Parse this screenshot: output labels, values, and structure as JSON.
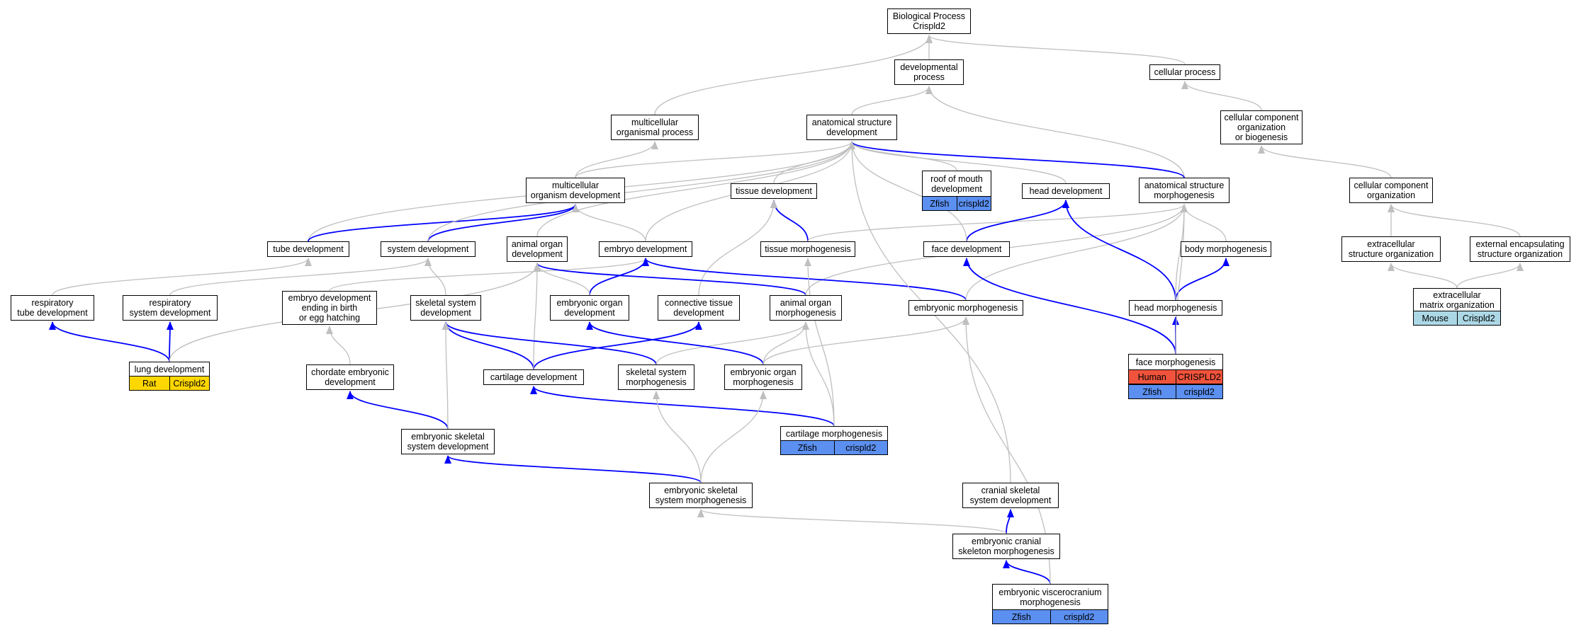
{
  "colors": {
    "gray_edge": "#bfbfbf",
    "blue_edge": "#0000ff",
    "zfish": "#5b8ff0",
    "human": "#f0533c",
    "rat": "#ffd700",
    "mouse": "#acd8e6"
  },
  "nodes": {
    "bp": "Biological Process\nCrispld2",
    "devproc": "developmental\nprocess",
    "cellproc": "cellular process",
    "multiproc": "multicellular\norganismal process",
    "asdev": "anatomical structure\ndevelopment",
    "ccob": "cellular component\norganization\nor biogenesis",
    "multidev": "multicellular\norganism development",
    "tissdev": "tissue development",
    "roof": "roof of mouth\ndevelopment",
    "headdev": "head development",
    "asmorph": "anatomical structure\nmorphogenesis",
    "ccorg": "cellular component\norganization",
    "tubedev": "tube development",
    "sysdev": "system development",
    "animorgdev": "animal organ\ndevelopment",
    "embdev": "embryo development",
    "tissmorph": "tissue morphogenesis",
    "facedev": "face development",
    "bodymorph": "body morphogenesis",
    "extracell": "extracellular\nstructure organization",
    "extenc": "external encapsulating\nstructure organization",
    "resptube": "respiratory\ntube development",
    "respsys": "respiratory\nsystem development",
    "embbirth": "embryo development\nending in birth\nor egg hatching",
    "skelsys": "skeletal system\ndevelopment",
    "emborgdev": "embryonic organ\ndevelopment",
    "conntiss": "connective tissue\ndevelopment",
    "animorgmorph": "animal organ\nmorphogenesis",
    "embmorph": "embryonic morphogenesis",
    "headmorph": "head morphogenesis",
    "ecm": "extracellular\nmatrix organization",
    "lung": "lung development",
    "chordate": "chordate embryonic\ndevelopment",
    "cartdev": "cartilage development",
    "skelmorph": "skeletal system\nmorphogenesis",
    "emborgmorph": "embryonic organ\nmorphogenesis",
    "facemorph": "face morphogenesis",
    "cartmorph": "cartilage morphogenesis",
    "embskeldev": "embryonic skeletal\nsystem development",
    "cranskel": "cranial skeletal\nsystem development",
    "embskelmorph": "embryonic skeletal\nsystem morphogenesis",
    "embcran": "embryonic cranial\nskeleton morphogenesis",
    "visc": "embryonic viscerocranium\nmorphogenesis"
  },
  "annotations": {
    "roof": [
      {
        "species": "Zfish",
        "gene": "crispld2"
      }
    ],
    "ecm": [
      {
        "species": "Mouse",
        "gene": "Crispld2"
      }
    ],
    "lung": [
      {
        "species": "Rat",
        "gene": "Crispld2"
      }
    ],
    "facemorph": [
      {
        "species": "Human",
        "gene": "CRISPLD2"
      },
      {
        "species": "Zfish",
        "gene": "crispld2"
      }
    ],
    "cartmorph": [
      {
        "species": "Zfish",
        "gene": "crispld2"
      }
    ],
    "visc": [
      {
        "species": "Zfish",
        "gene": "crispld2"
      }
    ]
  },
  "edges": [
    {
      "from": "devproc",
      "to": "bp",
      "type": "is_a"
    },
    {
      "from": "cellproc",
      "to": "bp",
      "type": "is_a"
    },
    {
      "from": "multiproc",
      "to": "bp",
      "type": "is_a"
    },
    {
      "from": "asdev",
      "to": "devproc",
      "type": "is_a"
    },
    {
      "from": "ccob",
      "to": "cellproc",
      "type": "is_a"
    },
    {
      "from": "asmorph",
      "to": "devproc",
      "type": "is_a"
    },
    {
      "from": "multidev",
      "to": "multiproc",
      "type": "is_a"
    },
    {
      "from": "multidev",
      "to": "asdev",
      "type": "is_a"
    },
    {
      "from": "tissdev",
      "to": "asdev",
      "type": "is_a"
    },
    {
      "from": "roof",
      "to": "asdev",
      "type": "is_a"
    },
    {
      "from": "headdev",
      "to": "asdev",
      "type": "is_a"
    },
    {
      "from": "asmorph",
      "to": "asdev",
      "type": "part_of"
    },
    {
      "from": "ccorg",
      "to": "ccob",
      "type": "is_a"
    },
    {
      "from": "tubedev",
      "to": "asdev",
      "type": "is_a"
    },
    {
      "from": "tubedev",
      "to": "multidev",
      "type": "part_of"
    },
    {
      "from": "sysdev",
      "to": "multidev",
      "type": "part_of"
    },
    {
      "from": "sysdev",
      "to": "asdev",
      "type": "is_a"
    },
    {
      "from": "animorgdev",
      "to": "asdev",
      "type": "is_a"
    },
    {
      "from": "embdev",
      "to": "multidev",
      "type": "is_a"
    },
    {
      "from": "embdev",
      "to": "asdev",
      "type": "is_a"
    },
    {
      "from": "tissmorph",
      "to": "tissdev",
      "type": "part_of"
    },
    {
      "from": "tissmorph",
      "to": "asmorph",
      "type": "is_a"
    },
    {
      "from": "facedev",
      "to": "headdev",
      "type": "part_of"
    },
    {
      "from": "facedev",
      "to": "asdev",
      "type": "is_a"
    },
    {
      "from": "bodymorph",
      "to": "asmorph",
      "type": "is_a"
    },
    {
      "from": "extracell",
      "to": "ccorg",
      "type": "is_a"
    },
    {
      "from": "extenc",
      "to": "ccorg",
      "type": "is_a"
    },
    {
      "from": "resptube",
      "to": "tubedev",
      "type": "is_a"
    },
    {
      "from": "respsys",
      "to": "sysdev",
      "type": "is_a"
    },
    {
      "from": "embbirth",
      "to": "embdev",
      "type": "is_a"
    },
    {
      "from": "skelsys",
      "to": "sysdev",
      "type": "is_a"
    },
    {
      "from": "emborgdev",
      "to": "embdev",
      "type": "part_of"
    },
    {
      "from": "emborgdev",
      "to": "animorgdev",
      "type": "is_a"
    },
    {
      "from": "conntiss",
      "to": "tissdev",
      "type": "is_a"
    },
    {
      "from": "animorgmorph",
      "to": "animorgdev",
      "type": "part_of"
    },
    {
      "from": "animorgmorph",
      "to": "asmorph",
      "type": "is_a"
    },
    {
      "from": "embmorph",
      "to": "embdev",
      "type": "part_of"
    },
    {
      "from": "embmorph",
      "to": "asmorph",
      "type": "is_a"
    },
    {
      "from": "headmorph",
      "to": "headdev",
      "type": "part_of"
    },
    {
      "from": "headmorph",
      "to": "bodymorph",
      "type": "part_of"
    },
    {
      "from": "headmorph",
      "to": "asmorph",
      "type": "is_a"
    },
    {
      "from": "ecm",
      "to": "extracell",
      "type": "is_a"
    },
    {
      "from": "ecm",
      "to": "extenc",
      "type": "is_a"
    },
    {
      "from": "lung",
      "to": "resptube",
      "type": "part_of"
    },
    {
      "from": "lung",
      "to": "respsys",
      "type": "part_of"
    },
    {
      "from": "lung",
      "to": "animorgdev",
      "type": "is_a"
    },
    {
      "from": "chordate",
      "to": "embbirth",
      "type": "is_a"
    },
    {
      "from": "cartdev",
      "to": "skelsys",
      "type": "part_of"
    },
    {
      "from": "cartdev",
      "to": "conntiss",
      "type": "part_of"
    },
    {
      "from": "cartdev",
      "to": "animorgdev",
      "type": "is_a"
    },
    {
      "from": "skelmorph",
      "to": "skelsys",
      "type": "part_of"
    },
    {
      "from": "skelmorph",
      "to": "animorgmorph",
      "type": "is_a"
    },
    {
      "from": "emborgmorph",
      "to": "emborgdev",
      "type": "part_of"
    },
    {
      "from": "emborgmorph",
      "to": "animorgmorph",
      "type": "is_a"
    },
    {
      "from": "emborgmorph",
      "to": "embmorph",
      "type": "is_a"
    },
    {
      "from": "facemorph",
      "to": "facedev",
      "type": "part_of"
    },
    {
      "from": "facemorph",
      "to": "headmorph",
      "type": "part_of"
    },
    {
      "from": "facemorph",
      "to": "asmorph",
      "type": "is_a"
    },
    {
      "from": "cartmorph",
      "to": "cartdev",
      "type": "part_of"
    },
    {
      "from": "cartmorph",
      "to": "animorgmorph",
      "type": "is_a"
    },
    {
      "from": "cartmorph",
      "to": "tissmorph",
      "type": "is_a"
    },
    {
      "from": "embskeldev",
      "to": "chordate",
      "type": "part_of"
    },
    {
      "from": "embskeldev",
      "to": "skelsys",
      "type": "is_a"
    },
    {
      "from": "cranskel",
      "to": "asdev",
      "type": "is_a"
    },
    {
      "from": "embskelmorph",
      "to": "embskeldev",
      "type": "part_of"
    },
    {
      "from": "embskelmorph",
      "to": "skelmorph",
      "type": "is_a"
    },
    {
      "from": "embskelmorph",
      "to": "emborgmorph",
      "type": "is_a"
    },
    {
      "from": "embcran",
      "to": "cranskel",
      "type": "part_of"
    },
    {
      "from": "embcran",
      "to": "embskelmorph",
      "type": "is_a"
    },
    {
      "from": "visc",
      "to": "embcran",
      "type": "part_of"
    },
    {
      "from": "visc",
      "to": "embmorph",
      "type": "is_a"
    }
  ]
}
